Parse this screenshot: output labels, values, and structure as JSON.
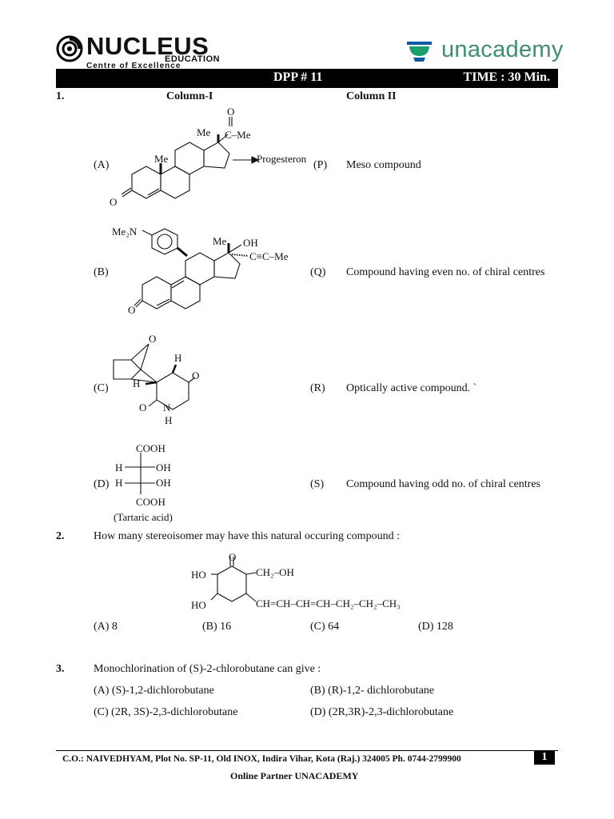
{
  "header": {
    "brand_left": "NUCLEUS",
    "brand_left_sub": "EDUCATION",
    "brand_left_tagline": "Centre of Excellence",
    "brand_right": "unacademy",
    "dpp": "DPP # 11",
    "time": "TIME : 30 Min."
  },
  "q1": {
    "number": "1.",
    "col1_title": "Column-I",
    "col2_title": "Column II",
    "rows": [
      {
        "label": "(A)",
        "code": "(P)",
        "text": "Meso compound"
      },
      {
        "label": "(B)",
        "code": "(Q)",
        "text": "Compound having even no. of chiral centres"
      },
      {
        "label": "(C)",
        "code": "(R)",
        "text": "Optically active compound.   `"
      },
      {
        "label": "(D)",
        "code": "(S)",
        "text": "Compound having odd no. of chiral centres"
      }
    ],
    "struct_a": {
      "me1": "Me",
      "me2": "Me",
      "o_top": "O",
      "ketone": "C–Me",
      "o_ring": "O",
      "arrow_label": "Progesteron"
    },
    "struct_b": {
      "nme2": "Me₂N",
      "me": "Me",
      "oh": "OH",
      "alkyne": "C≡C–Me",
      "o": "O"
    },
    "struct_c": {
      "o_bridge": "O",
      "h1": "H",
      "h2": "H",
      "o1": "O",
      "o2": "O",
      "n": "N",
      "nh": "H"
    },
    "struct_d": {
      "top": "COOH",
      "r1_h": "H",
      "r1_oh": "OH",
      "r2_h": "H",
      "r2_oh": "OH",
      "bottom": "COOH",
      "caption": "(Tartaric acid)"
    }
  },
  "q2": {
    "number": "2.",
    "question": "How many stereoisomer may have this natural occuring compound :",
    "struct": {
      "o": "O",
      "ho1": "HO",
      "ho2": "HO",
      "ch2oh": "CH₂–OH",
      "chain": "CH=CH–CH=CH–CH₂–CH₂–CH₃"
    },
    "options": [
      "(A) 8",
      "(B) 16",
      "(C) 64",
      "(D) 128"
    ]
  },
  "q3": {
    "number": "3.",
    "question": "Monochlorination of (S)-2-chlorobutane can give :",
    "options": [
      "(A) (S)-1,2-dichlorobutane",
      "(B) (R)-1,2- dichlorobutane",
      "(C) (2R, 3S)-2,3-dichlorobutane",
      "(D) (2R,3R)-2,3-dichlorobutane"
    ]
  },
  "footer": {
    "address": "C.O.: NAIVEDHYAM, Plot No. SP-11, Old INOX, Indira Vihar, Kota (Raj.) 324005 Ph. 0744-2799900",
    "partner": "Online Partner UNACADEMY",
    "page": "1"
  }
}
